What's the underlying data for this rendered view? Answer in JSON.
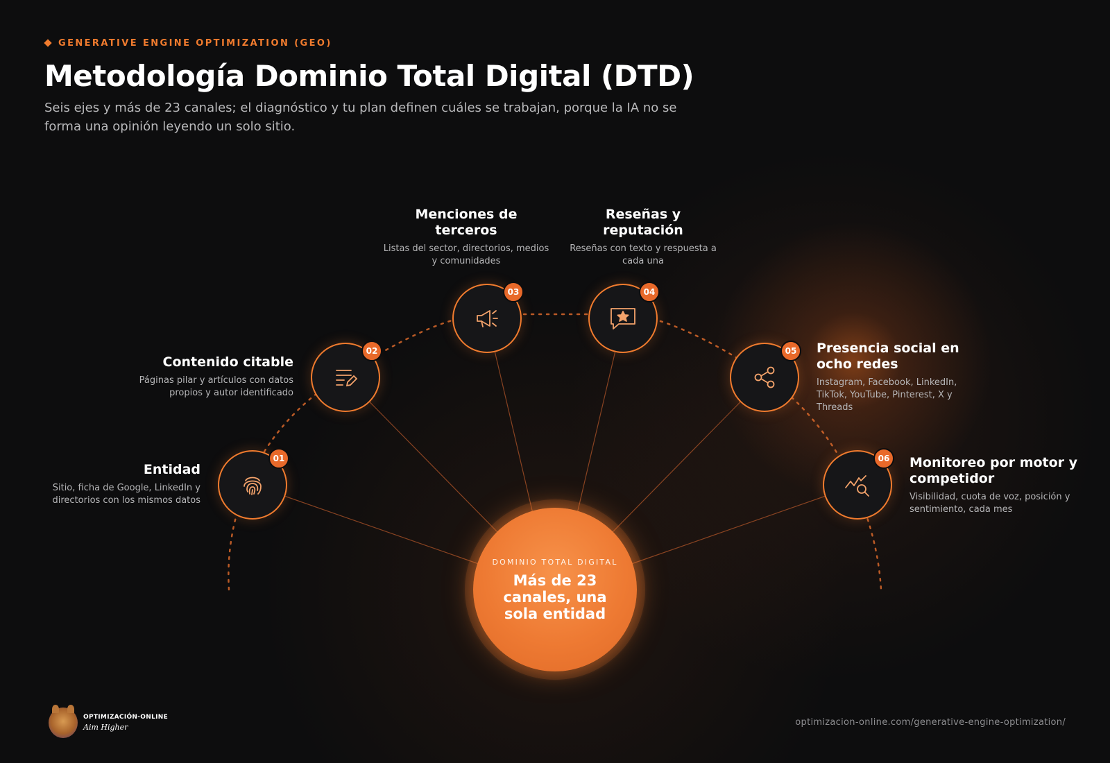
{
  "header": {
    "eyebrow": "GENERATIVE ENGINE OPTIMIZATION (GEO)",
    "title": "Metodología Dominio Total Digital (DTD)",
    "subtitle": "Seis ejes y más de 23 canales; el diagnóstico y tu plan definen cuáles se trabajan, porque la IA no se forma una opinión leyendo un solo sitio."
  },
  "center": {
    "kicker": "DOMINIO TOTAL DIGITAL",
    "title": "Más de 23 canales, una sola entidad"
  },
  "axes": [
    {
      "number": "01",
      "title": "Entidad",
      "description": "Sitio, ficha de Google, LinkedIn y directorios con los mismos datos",
      "icon": "fingerprint-icon"
    },
    {
      "number": "02",
      "title": "Contenido citable",
      "description": "Páginas pilar y artículos con datos propios y autor identificado",
      "icon": "edit-document-icon"
    },
    {
      "number": "03",
      "title": "Menciones de terceros",
      "description": "Listas del sector, directorios, medios y comunidades",
      "icon": "megaphone-icon"
    },
    {
      "number": "04",
      "title": "Reseñas y reputación",
      "description": "Reseñas con texto y respuesta a cada una",
      "icon": "star-review-icon"
    },
    {
      "number": "05",
      "title": "Presencia social en ocho redes",
      "description": "Instagram, Facebook, LinkedIn, TikTok, YouTube, Pinterest, X y Threads",
      "icon": "share-icon"
    },
    {
      "number": "06",
      "title": "Monitoreo por motor y competidor",
      "description": "Visibilidad, cuota de voz, posición y sentimiento, cada mes",
      "icon": "analytics-search-icon"
    }
  ],
  "footer": {
    "brand": "OPTIMIZACIÓN-ONLINE",
    "tagline": "Aim Higher",
    "url": "optimizacion-online.com/generative-engine-optimization/"
  },
  "colors": {
    "accent": "#f07b2e",
    "background": "#0d0d0e",
    "node_fill": "#161618",
    "badge": "#e8692a"
  }
}
